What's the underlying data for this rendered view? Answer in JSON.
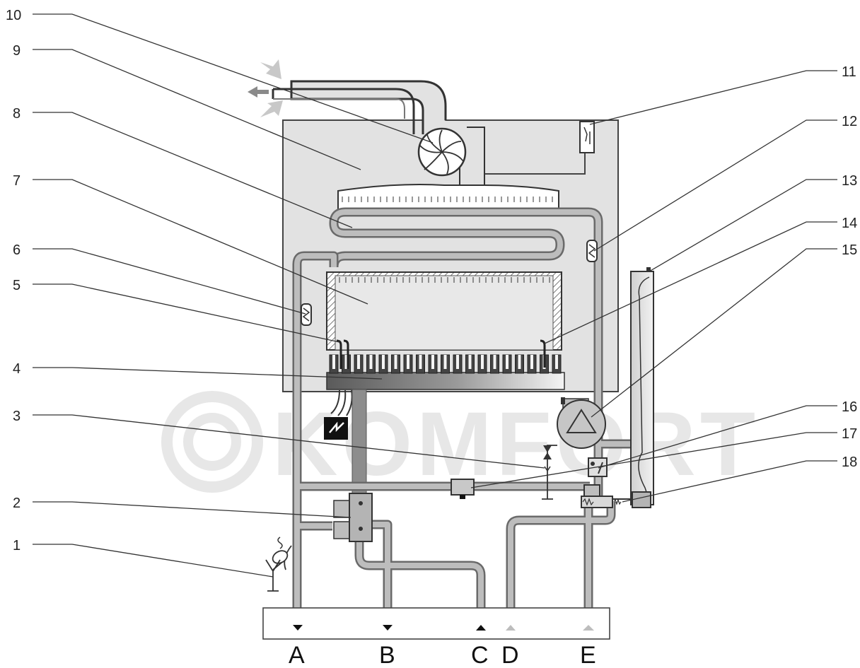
{
  "watermark": "KOMFORT",
  "callouts": [
    "1",
    "2",
    "3",
    "4",
    "5",
    "6",
    "7",
    "8",
    "9",
    "10",
    "11",
    "12",
    "13",
    "14",
    "15",
    "16",
    "17",
    "18"
  ],
  "connections": [
    "A",
    "B",
    "C",
    "D",
    "E"
  ],
  "colors": {
    "casing": "#e2e2e2",
    "pipe_outline": "#6a6a6a",
    "pipe_fill": "#bdbdbd",
    "watermark": "#e7e7e7",
    "arrow_inlet": "#c8c8c8",
    "arrow_outlet": "#8a8a8a"
  }
}
